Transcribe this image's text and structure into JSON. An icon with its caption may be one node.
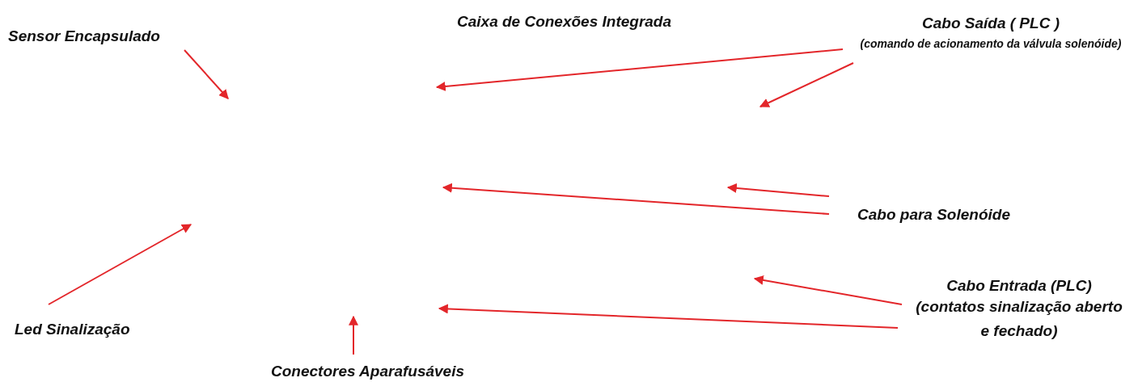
{
  "diagram": {
    "nodes": [
      {
        "text": [
          "Sensor Encapsulado"
        ]
      },
      {
        "text": [
          "Cabo Saída ( PLC )",
          "(comando de acionamento da válvula solenóide)"
        ]
      },
      {
        "text": [
          "Cabo para Solenóide"
        ]
      },
      {
        "text": [
          "Cabo Entrada (PLC)",
          "(contatos sinalização aberto e fechado)"
        ]
      },
      {
        "text": [
          "Led Sinalização"
        ]
      },
      {
        "text": [
          "Conectores Aparafusáveis"
        ]
      }
    ],
    "edges": [
      {
        "from": 0,
        "to": null,
        "arrow": "to"
      },
      {
        "from": 1,
        "to": null,
        "arrow": "to"
      },
      {
        "from": 1,
        "to": null,
        "arrow": "to"
      },
      {
        "from": 2,
        "to": null,
        "arrow": "to"
      },
      {
        "from": 2,
        "to": null,
        "arrow": "to"
      },
      {
        "from": 3,
        "to": null,
        "arrow": "to"
      },
      {
        "from": 3,
        "to": null,
        "arrow": "to"
      },
      {
        "from": 4,
        "to": null,
        "arrow": "to"
      },
      {
        "from": 5,
        "to": null,
        "arrow": "to"
      }
    ],
    "labels": [
      "Caixa de Conexões Integrada"
    ]
  }
}
